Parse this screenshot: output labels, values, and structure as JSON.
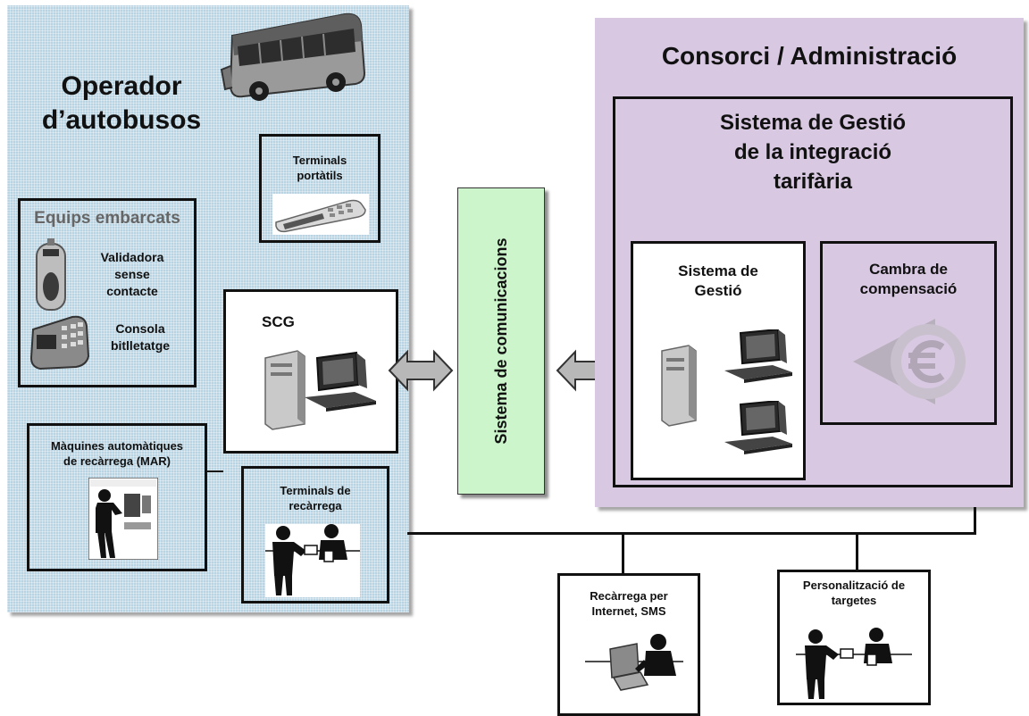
{
  "operator": {
    "title_line1": "Operador",
    "title_line2": "d’autobusos",
    "portable_terminals": {
      "line1": "Terminals",
      "line2": "portàtils"
    },
    "onboard": {
      "title": "Equips embarcats",
      "validator": {
        "line1": "Validadora",
        "line2": "sense",
        "line3": "contacte"
      },
      "console": {
        "line1": "Consola",
        "line2": "bitlletatge"
      }
    },
    "scg": "SCG",
    "mar": {
      "line1": "Màquines automàtiques",
      "line2": "de recàrrega (MAR)"
    },
    "recharge_terminals": {
      "line1": "Terminals de",
      "line2": "recàrrega"
    }
  },
  "communications": "Sistema de comunicacions",
  "consortium": {
    "title": "Consorci / Administració",
    "integration": {
      "line1": "Sistema de Gestió",
      "line2": "de la integració",
      "line3": "tarifària"
    },
    "management": {
      "line1": "Sistema de",
      "line2": "Gestió"
    },
    "clearing": {
      "line1": "Cambra de",
      "line2": "compensació"
    }
  },
  "internet_recharge": {
    "line1": "Recàrrega per",
    "line2": "Internet, SMS"
  },
  "card_personalization": {
    "line1": "Personalització de",
    "line2": "targetes"
  },
  "colors": {
    "operator_bg": "#b8d3e2",
    "consortium_bg": "#d8c8e2",
    "communications_bg": "#ccf5cc",
    "arrow_fill": "#b8b8b8"
  },
  "icons": [
    "bus-icon",
    "handheld-terminal-icon",
    "validator-icon",
    "ticket-console-icon",
    "computer-icon",
    "ticket-machine-icon",
    "counter-clerk-icon",
    "euro-icon"
  ]
}
